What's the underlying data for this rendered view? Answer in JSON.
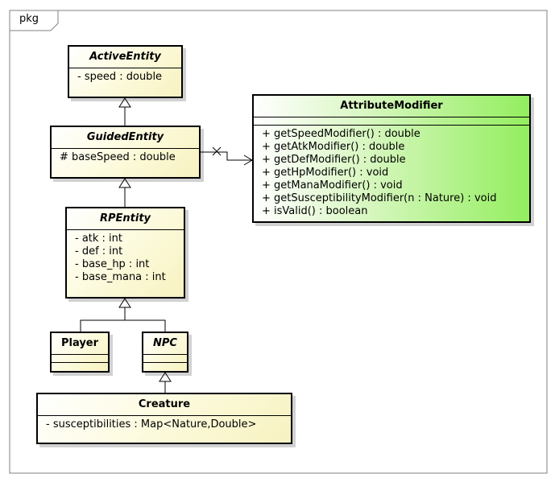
{
  "frame": {
    "label": "pkg"
  },
  "classes": {
    "active_entity": {
      "name": "ActiveEntity",
      "fields": [
        "- speed : double"
      ]
    },
    "guided_entity": {
      "name": "GuidedEntity",
      "fields": [
        "# baseSpeed : double"
      ]
    },
    "rp_entity": {
      "name": "RPEntity",
      "fields": [
        "- atk : int",
        "- def : int",
        "- base_hp : int",
        "- base_mana : int"
      ]
    },
    "player": {
      "name": "Player"
    },
    "npc": {
      "name": "NPC"
    },
    "creature": {
      "name": "Creature",
      "fields": [
        "- susceptibilities : Map<Nature,Double>"
      ]
    },
    "attribute_modifier": {
      "name": "AttributeModifier",
      "methods": [
        "+ getSpeedModifier() : double",
        "+ getAtkModifier() : double",
        "+ getDefModifier() : double",
        "+ getHpModifier() : void",
        "+ getManaModifier() : void",
        "+ getSusceptibilityModifier(n : Nature) : void",
        "+ isValid() : boolean"
      ]
    }
  },
  "colors": {
    "class_fill": "#fdfbe0",
    "highlight_fill": "#93ee5f",
    "line": "#000000"
  }
}
